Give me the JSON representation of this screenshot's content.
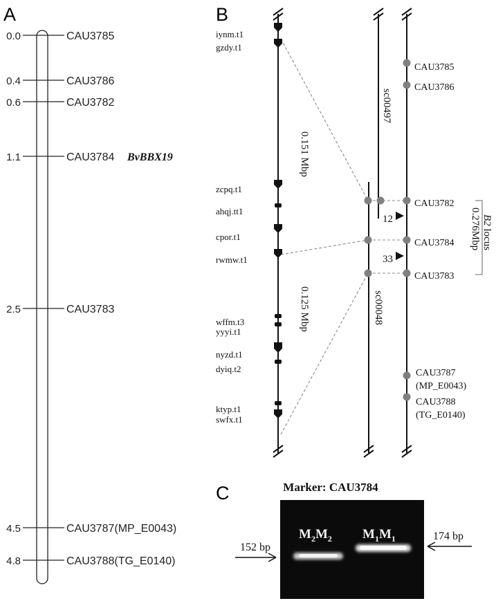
{
  "panels": {
    "a": "A",
    "b": "B",
    "c": "C"
  },
  "panel_a": {
    "markers": [
      {
        "pos": "0.0",
        "name": "CAU3785",
        "extra": ""
      },
      {
        "pos": "0.4",
        "name": "CAU3786",
        "extra": ""
      },
      {
        "pos": "0.6",
        "name": "CAU3782",
        "extra": ""
      },
      {
        "pos": "1.1",
        "name": "CAU3784",
        "extra": "BvBBX19"
      },
      {
        "pos": "2.5",
        "name": "CAU3783",
        "extra": ""
      },
      {
        "pos": "4.5",
        "name": "CAU3787(MP_E0043)",
        "extra": ""
      },
      {
        "pos": "4.8",
        "name": "CAU3788(TG_E0140)",
        "extra": ""
      }
    ]
  },
  "panel_b": {
    "genes": [
      "iynm.t1",
      "gzdy.t1",
      "zcpq.t1",
      "ahqj.tt1",
      "cpor.t1",
      "rwmw.t1",
      "wffm.t3",
      "yyyi.t1",
      "nyzd.t1",
      "dyiq.t2",
      "ktyp.t1",
      "swfx.t1"
    ],
    "interval_top": "0.151 Mbp",
    "interval_bottom": "0.125 Mbp",
    "scaffold_top": "sc00497",
    "scaffold_bottom": "sc00048",
    "right_markers": [
      "CAU3785",
      "CAU3786",
      "CAU3782",
      "CAU3784",
      "CAU3783"
    ],
    "right_markers_low": [
      {
        "name": "CAU3787",
        "alias": "(MP_E0043)"
      },
      {
        "name": "CAU3788",
        "alias": "(TG_E0140)"
      }
    ],
    "recombinants": [
      "12",
      "33"
    ],
    "locus_name": "B2",
    "locus_word": "locus",
    "locus_size": "0.276Mbp"
  },
  "panel_c": {
    "title": "Marker: CAU3784",
    "lane1": {
      "label": "M",
      "sub": "2"
    },
    "lane2": {
      "label": "M",
      "sub": "1"
    },
    "size_left": "152 bp",
    "size_right": "174 bp"
  },
  "colors": {
    "line": "#111111",
    "dot": "#808080",
    "dash": "#8a8a8a",
    "gel": "#0b0b0b",
    "band": "#f4f4f4"
  }
}
